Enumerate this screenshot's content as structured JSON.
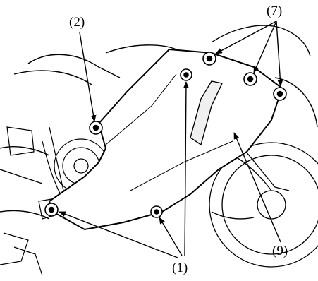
{
  "colors": {
    "line": "#000000",
    "background": "#ffffff",
    "shade": "#e6e6e6"
  },
  "callouts": {
    "one": "(1)",
    "two": "(2)",
    "seven": "(7)",
    "nine": "(9)"
  },
  "icons": {
    "bolt": "bolt-icon",
    "arrow": "leader-arrow"
  }
}
